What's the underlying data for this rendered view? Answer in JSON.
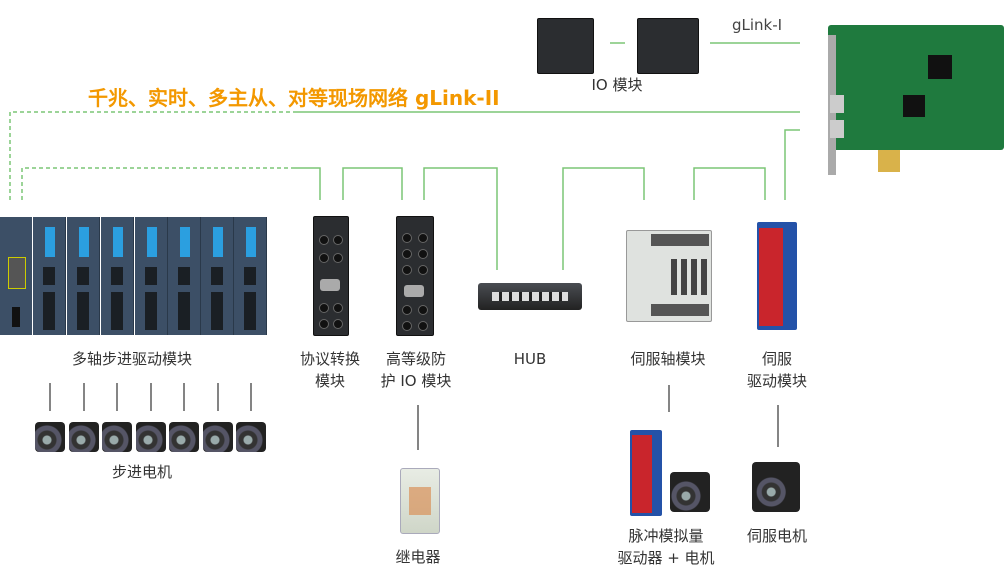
{
  "title": "千兆、实时、多主从、对等现场网络 gLink-II",
  "glink1_label": "gLink-I",
  "colors": {
    "title": "#f39800",
    "network_line": "#7cc576",
    "connector_line": "#333333"
  },
  "nodes": {
    "io_module": "IO 模块",
    "multi_axis_stepper": "多轴步进驱动模块",
    "stepper_motor": "步进电机",
    "protocol_converter": [
      "协议转换",
      "模块"
    ],
    "high_protection_io": [
      "高等级防",
      "护 IO 模块"
    ],
    "hub": "HUB",
    "servo_axis_module": "伺服轴模块",
    "servo_drive_module": [
      "伺服",
      "驱动模块"
    ],
    "relay": "继电器",
    "pulse_analog_driver": [
      "脉冲模拟量",
      "驱动器 + 电机"
    ],
    "servo_motor": "伺服电机"
  }
}
